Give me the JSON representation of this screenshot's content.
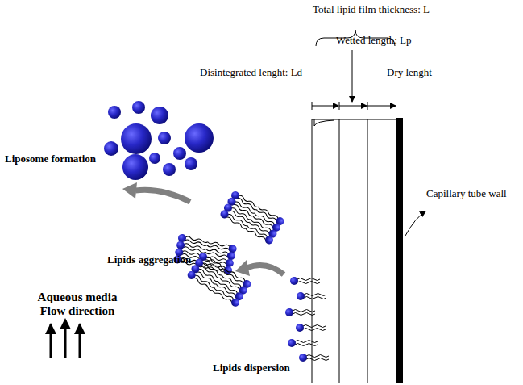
{
  "diagram": {
    "labels": [
      "Total lipid film thickness: L",
      "Wetted length: Lp",
      "Disintegrated lenght: Ld",
      "Dry lenght",
      "Capillary tube wall",
      "Liposome formation",
      "Lipids aggregation",
      "Aqueous media Flow direction",
      "Lipids dispersion"
    ]
  }
}
